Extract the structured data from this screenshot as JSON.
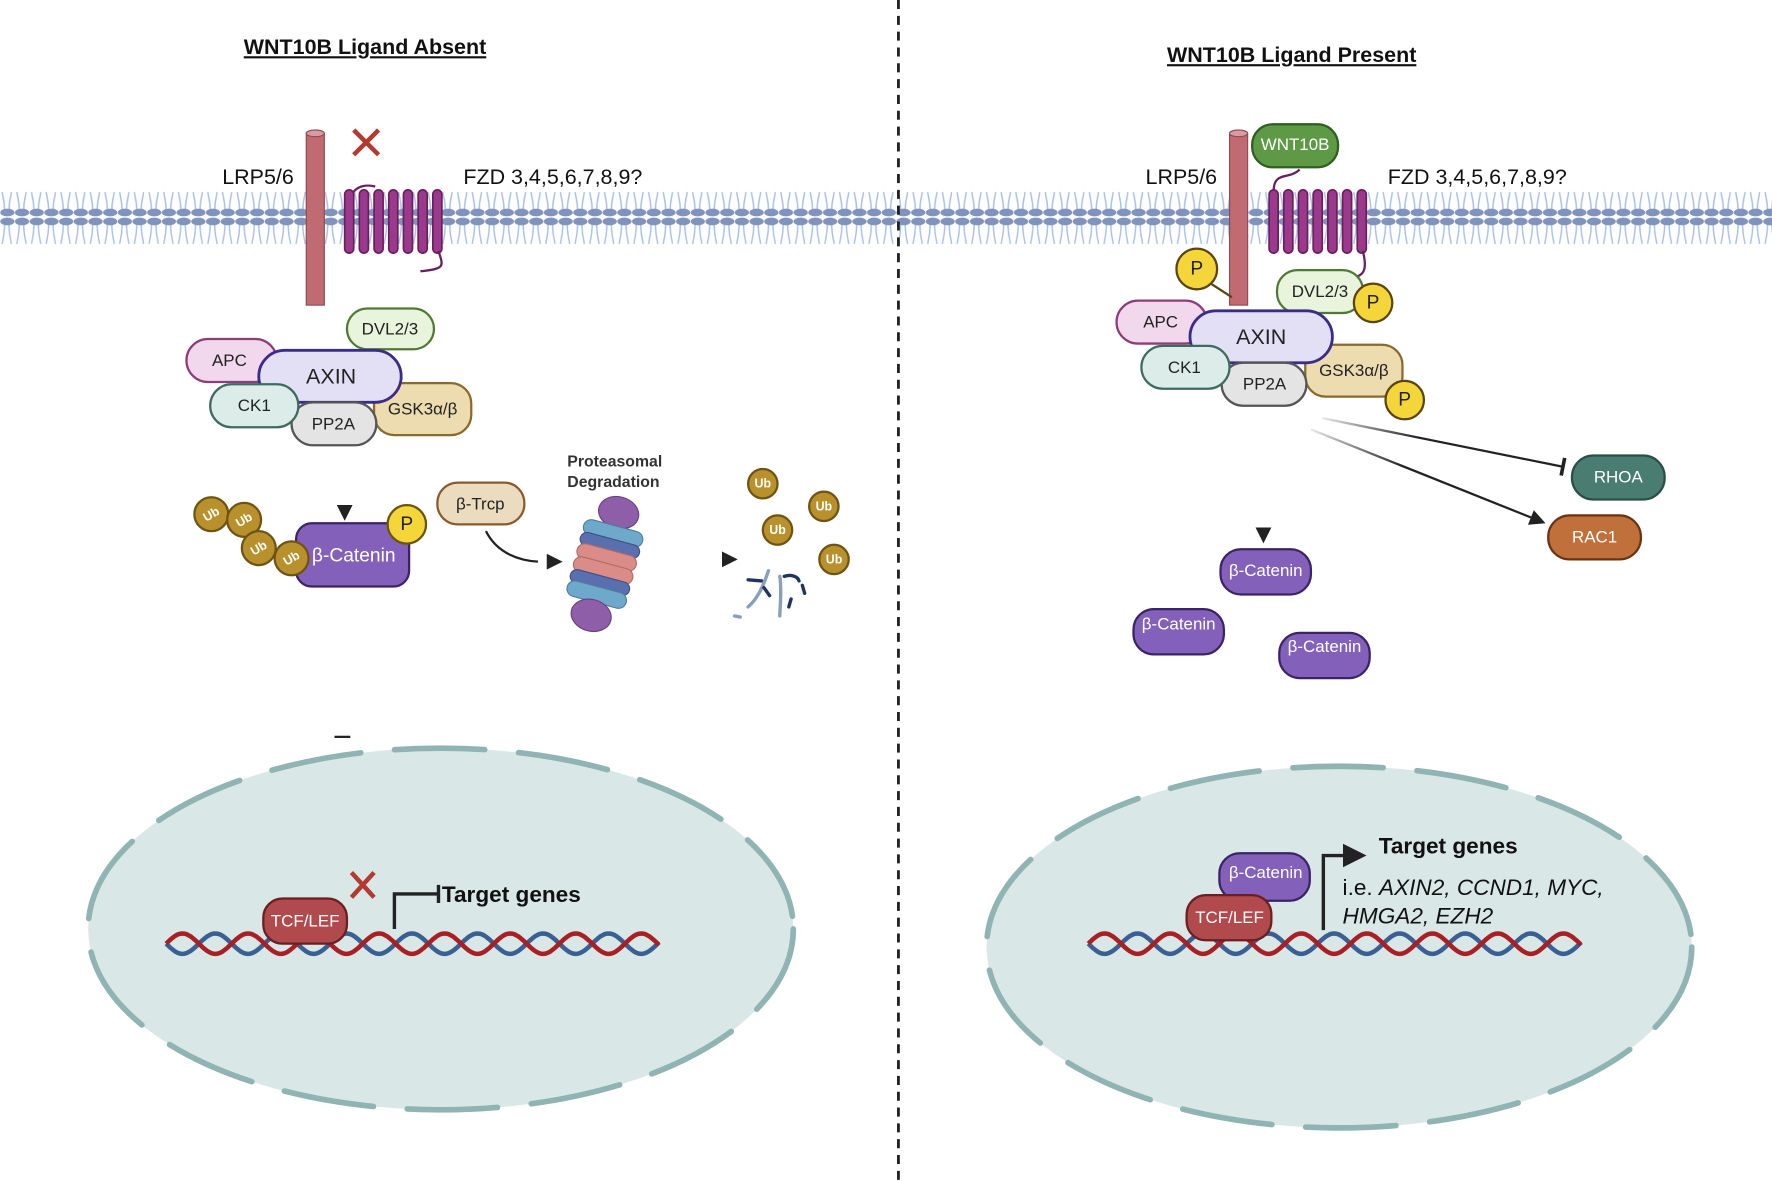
{
  "divider": {
    "style": "dashed"
  },
  "left_panel": {
    "title": "WNT10B Ligand Absent",
    "receptor_lrp": "LRP5/6",
    "receptor_fzd": "FZD 3,4,5,6,7,8,9?",
    "complex": {
      "apc": "APC",
      "axin": "AXIN",
      "dvl": "DVL2/3",
      "ck1": "CK1",
      "pp2a": "PP2A",
      "gsk3": "GSK3α/β"
    },
    "beta_catenin": "β-Catenin",
    "phospho": "P",
    "ubiquitin": "Ub",
    "beta_trcp": "β-Trcp",
    "proteasome_label_line1": "Proteasomal",
    "proteasome_label_line2": "Degradation",
    "tcf_lef": "TCF/LEF",
    "target_genes": "Target genes"
  },
  "right_panel": {
    "title": "WNT10B Ligand Present",
    "ligand": "WNT10B",
    "receptor_lrp": "LRP5/6",
    "receptor_fzd": "FZD 3,4,5,6,7,8,9?",
    "complex": {
      "apc": "APC",
      "axin": "AXIN",
      "dvl": "DVL2/3",
      "ck1": "CK1",
      "pp2a": "PP2A",
      "gsk3": "GSK3α/β"
    },
    "phospho": "P",
    "rhoa": "RHOA",
    "rac1": "RAC1",
    "beta_catenin": "β-Catenin",
    "tcf_lef": "TCF/LEF",
    "target_genes": "Target genes",
    "gene_list_prefix": "i.e. ",
    "gene_list_line1": "AXIN2, CCND1, MYC,",
    "gene_list_line2": "HMGA2, EZH2"
  },
  "colors": {
    "membrane_head": "#7f93bd",
    "membrane_tail": "#a9c1ea",
    "lrp": "#c06a72",
    "fzd": "#9b3a8c",
    "axin": "#e3e0f6",
    "beta_catenin": "#8361ba",
    "tcf_lef": "#b04a4c",
    "wnt10b": "#5e9a45",
    "rhoa": "#4a7d72",
    "rac1": "#c0713b",
    "ub": "#b8912c",
    "phospho": "#f4d53a",
    "nucleus": "#d9e8e7",
    "dna_red": "#a81f24",
    "dna_blue": "#3a5f92",
    "x_mark": "#b33a30"
  }
}
